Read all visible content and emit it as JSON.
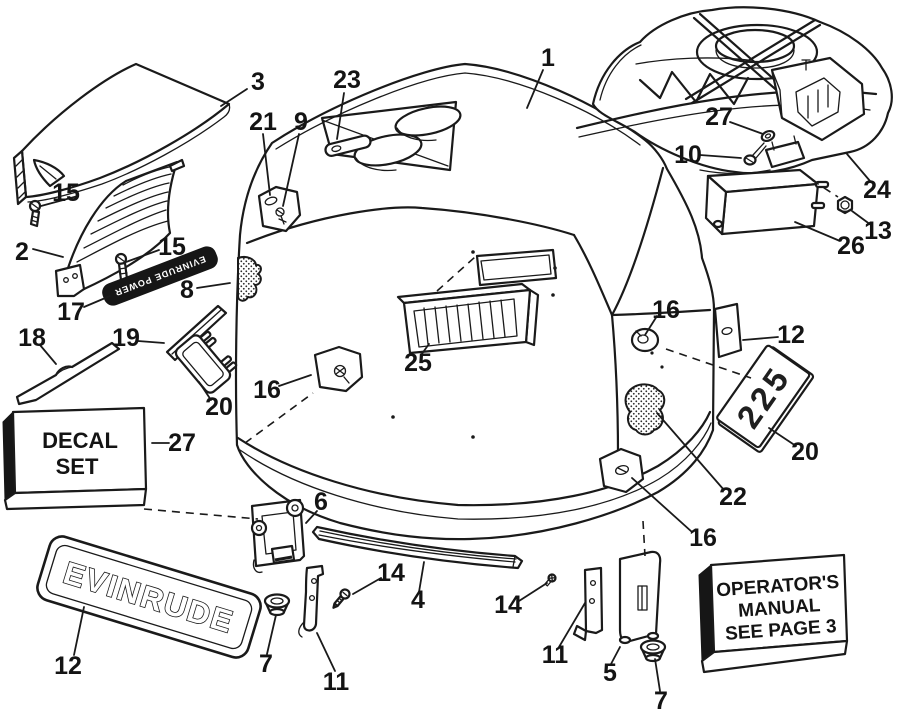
{
  "callouts": [
    {
      "label": "1"
    },
    {
      "label": "2"
    },
    {
      "label": "3"
    },
    {
      "label": "23"
    },
    {
      "label": "21"
    },
    {
      "label": "9"
    },
    {
      "label": "27"
    },
    {
      "label": "10"
    },
    {
      "label": "24"
    },
    {
      "label": "13"
    },
    {
      "label": "26"
    },
    {
      "label": "15"
    },
    {
      "label": "15"
    },
    {
      "label": "17"
    },
    {
      "label": "8"
    },
    {
      "label": "18"
    },
    {
      "label": "19"
    },
    {
      "label": "20"
    },
    {
      "label": "27"
    },
    {
      "label": "16"
    },
    {
      "label": "25"
    },
    {
      "label": "16"
    },
    {
      "label": "12"
    },
    {
      "label": "20"
    },
    {
      "label": "22"
    },
    {
      "label": "16"
    },
    {
      "label": "6"
    },
    {
      "label": "14"
    },
    {
      "label": "4"
    },
    {
      "label": "14"
    },
    {
      "label": "12"
    },
    {
      "label": "7"
    },
    {
      "label": "11"
    },
    {
      "label": "11"
    },
    {
      "label": "5"
    },
    {
      "label": "7"
    }
  ],
  "decals": {
    "decal_set": {
      "line1": "DECAL",
      "line2": "SET"
    },
    "operators_manual": {
      "line1": "OPERATOR'S",
      "line2": "MANUAL",
      "line3": "SEE PAGE 3"
    },
    "brand": "EVINRUDE",
    "model": "225",
    "stripe": "EVINRUDE POWER"
  },
  "colors": {
    "ink": "#1a1a1a",
    "paper": "#ffffff"
  }
}
